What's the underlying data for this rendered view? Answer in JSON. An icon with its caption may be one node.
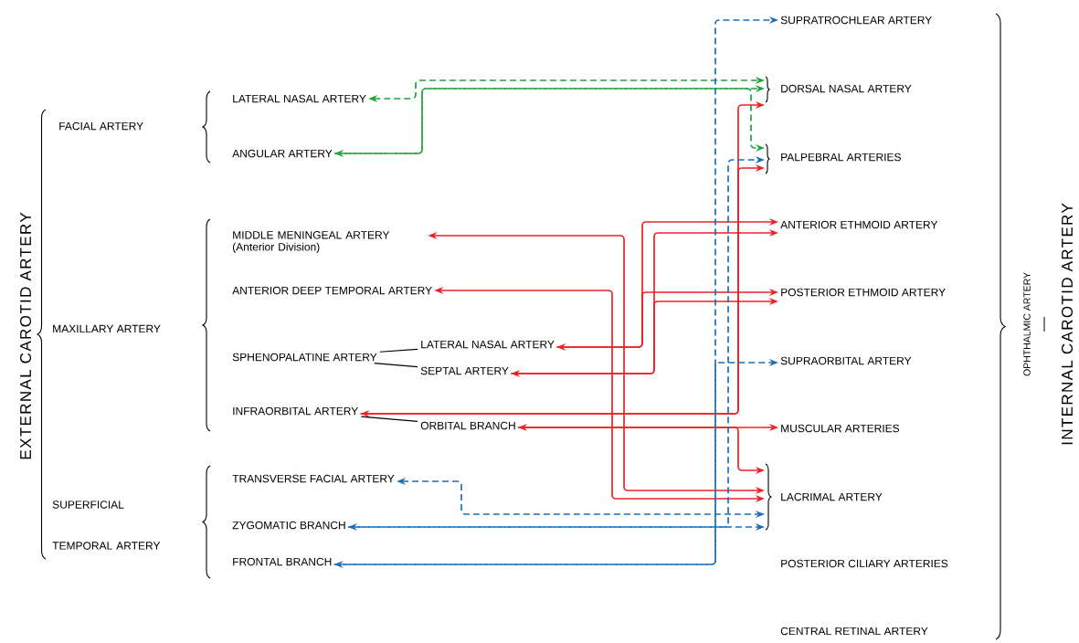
{
  "diagram": {
    "nodes": [
      {
        "text": [
          "EXTERNAL CAROTID ARTERY"
        ]
      },
      {
        "text": [
          "FACIAL ARTERY"
        ]
      },
      {
        "text": [
          "MAXILLARY ARTERY"
        ]
      },
      {
        "text": [
          "SUPERFICIAL TEMPORAL ARTERY"
        ]
      },
      {
        "text": [
          "LATERAL NASAL ARTERY"
        ]
      },
      {
        "text": [
          "ANGULAR ARTERY"
        ]
      },
      {
        "text": [
          "MIDDLE MENINGEAL ARTERY (Anterior Division)"
        ]
      },
      {
        "text": [
          "ANTERIOR DEEP TEMPORAL ARTERY"
        ]
      },
      {
        "text": [
          "SPHENOPALATINE ARTERY"
        ]
      },
      {
        "text": [
          "LATERAL NASAL ARTERY"
        ]
      },
      {
        "text": [
          "SEPTAL ARTERY"
        ]
      },
      {
        "text": [
          "INFRAORBITAL ARTERY"
        ]
      },
      {
        "text": [
          "ORBITAL BRANCH"
        ]
      },
      {
        "text": [
          "TRANSVERSE FACIAL ARTERY"
        ]
      },
      {
        "text": [
          "ZYGOMATIC BRANCH"
        ]
      },
      {
        "text": [
          "FRONTAL BRANCH"
        ]
      },
      {
        "text": [
          "SUPRATROCHLEAR ARTERY"
        ]
      },
      {
        "text": [
          "DORSAL NASAL ARTERY"
        ]
      },
      {
        "text": [
          "PALPEBRAL ARTERIES"
        ]
      },
      {
        "text": [
          "ANTERIOR ETHMOID ARTERY"
        ]
      },
      {
        "text": [
          "POSTERIOR ETHMOID ARTERY"
        ]
      },
      {
        "text": [
          "SUPRAORBITAL ARTERY"
        ]
      },
      {
        "text": [
          "MUSCULAR ARTERIES"
        ]
      },
      {
        "text": [
          "LACRIMAL ARTERY"
        ]
      },
      {
        "text": [
          "POSTERIOR CILIARY ARTERIES"
        ]
      },
      {
        "text": [
          "CENTRAL RETINAL ARTERY"
        ]
      },
      {
        "text": [
          "OPHTHALMIC ARTERY"
        ]
      },
      {
        "text": [
          "INTERNAL CAROTID ARTERY"
        ]
      }
    ],
    "edges": [
      {
        "from": 4,
        "to": 17,
        "arrow": "both",
        "style": "dashed",
        "color": "#1fa33c"
      },
      {
        "from": 5,
        "to": 17,
        "arrow": "both",
        "style": "dashed",
        "color": "#1fa33c"
      },
      {
        "from": 5,
        "to": 18,
        "arrow": "to",
        "style": "dashed",
        "color": "#1fa33c"
      },
      {
        "from": 6,
        "to": 23,
        "arrow": "both",
        "color": "#ee2127"
      },
      {
        "from": 7,
        "to": 23,
        "arrow": "both",
        "color": "#ee2127"
      },
      {
        "from": 9,
        "to": 19,
        "arrow": "both",
        "color": "#ee2127"
      },
      {
        "from": 9,
        "to": 20,
        "arrow": "to",
        "color": "#ee2127"
      },
      {
        "from": 10,
        "to": 19,
        "arrow": "both",
        "color": "#ee2127"
      },
      {
        "from": 10,
        "to": 20,
        "arrow": "to",
        "color": "#ee2127"
      },
      {
        "from": 11,
        "to": 17,
        "arrow": "both",
        "color": "#ee2127"
      },
      {
        "from": 11,
        "to": 18,
        "arrow": "to",
        "color": "#ee2127"
      },
      {
        "from": 12,
        "to": 22,
        "arrow": "both",
        "color": "#ee2127"
      },
      {
        "from": 12,
        "to": 23,
        "arrow": "to",
        "color": "#ee2127"
      },
      {
        "from": 15,
        "to": 16,
        "arrow": "both",
        "style": "dashed",
        "color": "#1b6fb8"
      },
      {
        "from": 15,
        "to": 21,
        "arrow": "to",
        "style": "dashed",
        "color": "#1b6fb8"
      },
      {
        "from": 13,
        "to": 23,
        "arrow": "both",
        "style": "dashed",
        "color": "#1b6fb8"
      },
      {
        "from": 14,
        "to": 23,
        "arrow": "both",
        "style": "dashed",
        "color": "#1b6fb8"
      },
      {
        "from": 14,
        "to": 18,
        "arrow": "to",
        "style": "dashed",
        "color": "#1b6fb8"
      },
      {
        "from": 8,
        "to": 9,
        "arrow": "none",
        "color": "#000000"
      },
      {
        "from": 8,
        "to": 10,
        "arrow": "none",
        "color": "#000000"
      },
      {
        "from": 11,
        "to": 12,
        "arrow": "none",
        "color": "#000000"
      }
    ]
  }
}
